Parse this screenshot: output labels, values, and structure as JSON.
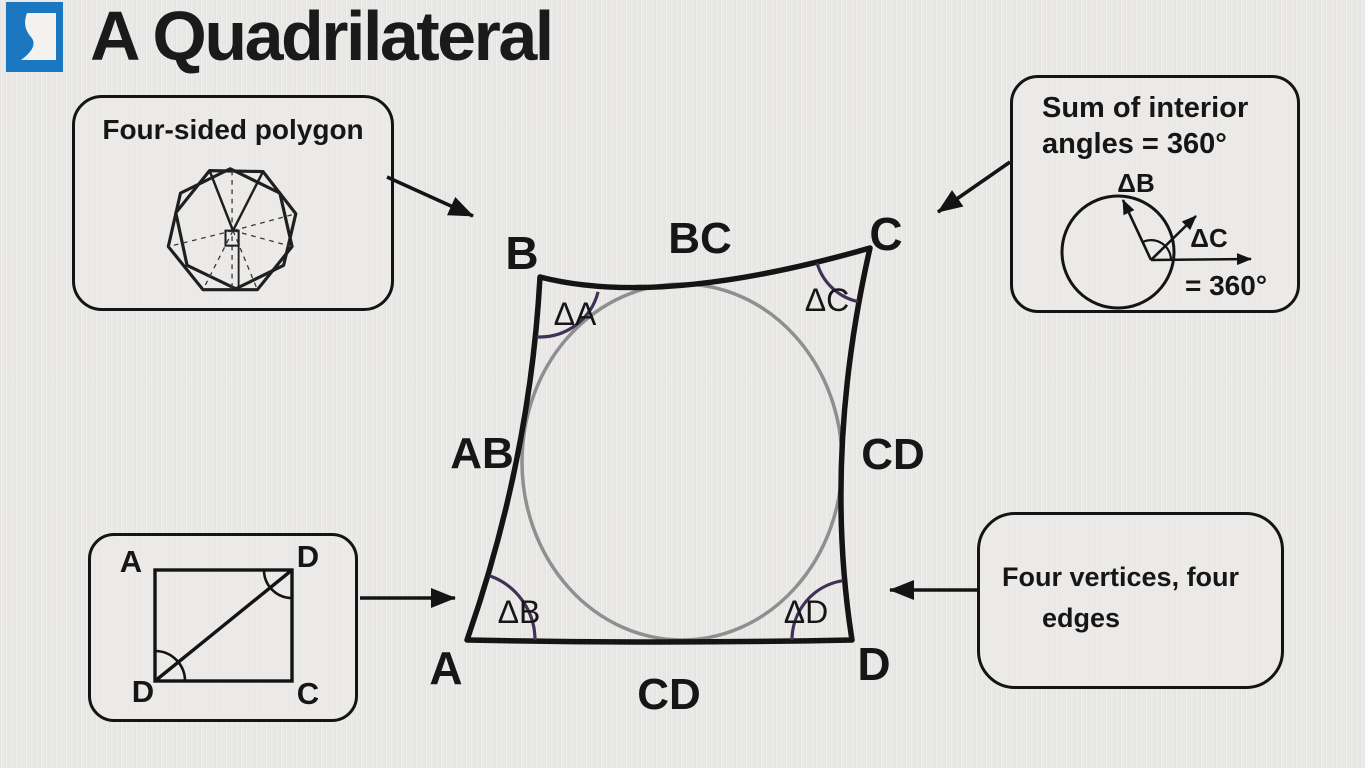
{
  "title": "A Quadrilateral",
  "colors": {
    "accent_blue": "#1b77c0",
    "ink": "#161616",
    "circle_gray": "#8f8f8f",
    "angle_purple": "#3f3257",
    "background": "#e9e8e6"
  },
  "callouts": {
    "top_left": {
      "label": "Four-sided polygon"
    },
    "top_right": {
      "line1": "Sum of interior",
      "line2": "angles = 360°",
      "diagram": {
        "angle_b": "ΔB",
        "angle_c": "ΔC",
        "sum": "= 360°"
      }
    },
    "bottom_left": {
      "corners": {
        "top_left": "A",
        "top_right": "D",
        "bottom_left": "D",
        "bottom_right": "C"
      }
    },
    "bottom_right": {
      "line1": "Four vertices, four",
      "line2": "edges"
    }
  },
  "figure": {
    "vertex_labels": {
      "top_left": "B",
      "top_right": "C",
      "bottom_left": "A",
      "bottom_right": "D"
    },
    "edge_labels": {
      "top": "BC",
      "left": "AB",
      "right": "CD",
      "bottom": "CD"
    },
    "angle_labels": {
      "top_left": "ΔA",
      "top_right": "ΔC",
      "bottom_left": "ΔB",
      "bottom_right": "ΔD"
    }
  }
}
